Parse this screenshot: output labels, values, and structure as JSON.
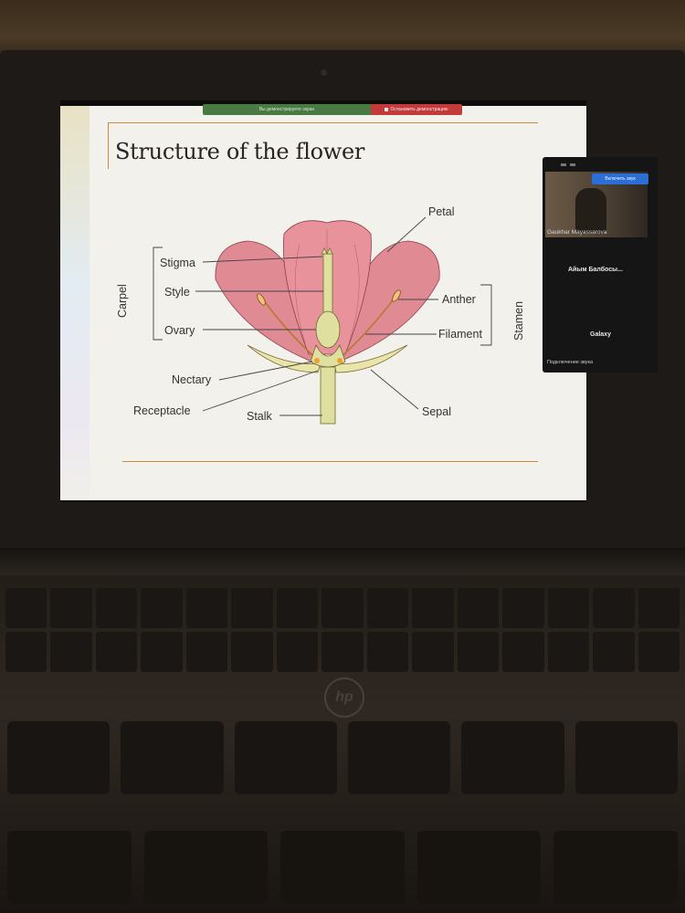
{
  "slide": {
    "title": "Structure of the flower",
    "labels": {
      "petal": "Petal",
      "stigma": "Stigma",
      "style": "Style",
      "ovary": "Ovary",
      "carpel": "Carpel",
      "anther": "Anther",
      "filament": "Filament",
      "stamen": "Stamen",
      "nectary": "Nectary",
      "receptacle": "Receptacle",
      "stalk": "Stalk",
      "sepal": "Sepal"
    }
  },
  "share_bar": {
    "info_text": "Вы демонстрируете экран",
    "stop_label": "Остановить демонстрацию"
  },
  "zoom_panel": {
    "unmute_label": "Включить звук",
    "participants": [
      "Gaukhar Mayassarova",
      "Айым Балбосы...",
      "Galaxy",
      "Подключение звука"
    ]
  },
  "laptop": {
    "logo": "hp"
  },
  "colors": {
    "petal": "#e08a93",
    "stem": "#dfe0a0",
    "accent_rule": "#c98a42",
    "stop_red": "#c23a3a",
    "unmute_blue": "#2b6fd6"
  }
}
